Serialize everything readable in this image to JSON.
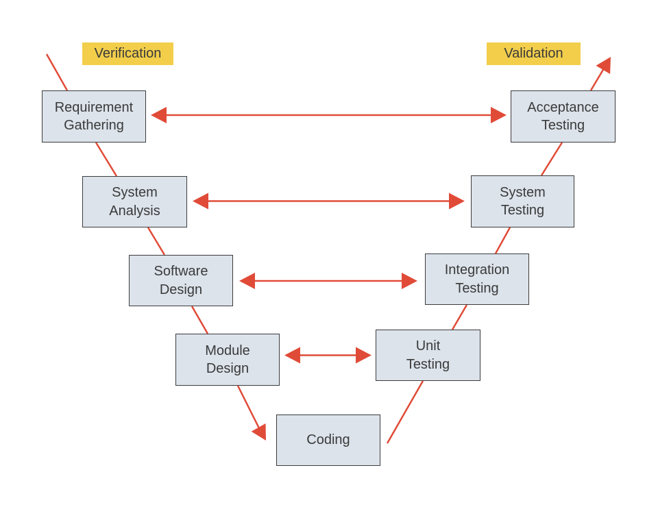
{
  "diagram": {
    "side_labels": {
      "verification": "Verification",
      "validation": "Validation"
    },
    "boxes": [
      {
        "id": "requirement-gathering",
        "line1": "Requirement",
        "line2": "Gathering"
      },
      {
        "id": "system-analysis",
        "line1": "System",
        "line2": "Analysis"
      },
      {
        "id": "software-design",
        "line1": "Software",
        "line2": "Design"
      },
      {
        "id": "module-design",
        "line1": "Module",
        "line2": "Design"
      },
      {
        "id": "coding",
        "line1": "Coding",
        "line2": ""
      },
      {
        "id": "unit-testing",
        "line1": "Unit",
        "line2": "Testing"
      },
      {
        "id": "integration-testing",
        "line1": "Integration",
        "line2": "Testing"
      },
      {
        "id": "system-testing",
        "line1": "System",
        "line2": "Testing"
      },
      {
        "id": "acceptance-testing",
        "line1": "Acceptance",
        "line2": "Testing"
      }
    ]
  },
  "colors": {
    "arrow": "#E04B38",
    "box_fill": "#DCE3EB",
    "box_border": "#3B3B3B",
    "label_bg": "#F2CE4B",
    "text": "#3A3A3A",
    "background": "#FFFFFF"
  }
}
